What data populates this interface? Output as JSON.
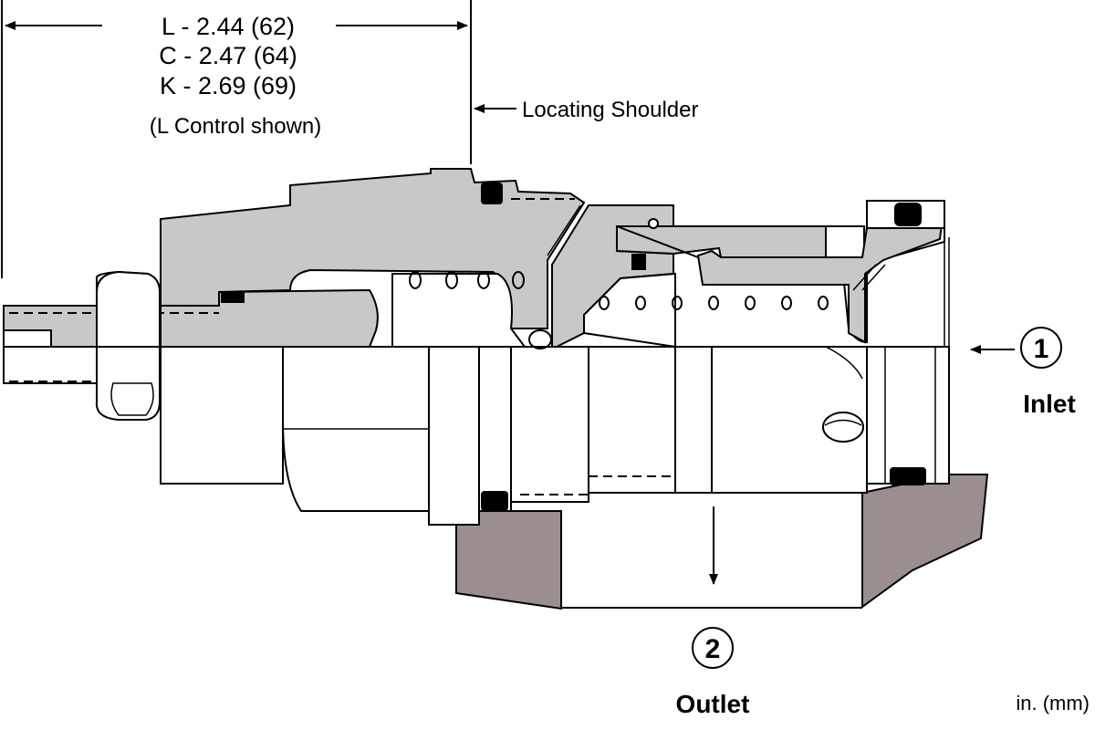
{
  "dimensions": {
    "l_line": "L - 2.44 (62)",
    "c_line": "C - 2.47 (64)",
    "k_line": "K - 2.69 (69)",
    "control_note": "(L Control shown)"
  },
  "callouts": {
    "locating_shoulder": "Locating Shoulder"
  },
  "ports": {
    "inlet": {
      "number": "1",
      "label": "Inlet"
    },
    "outlet": {
      "number": "2",
      "label": "Outlet"
    }
  },
  "units": "in. (mm)"
}
